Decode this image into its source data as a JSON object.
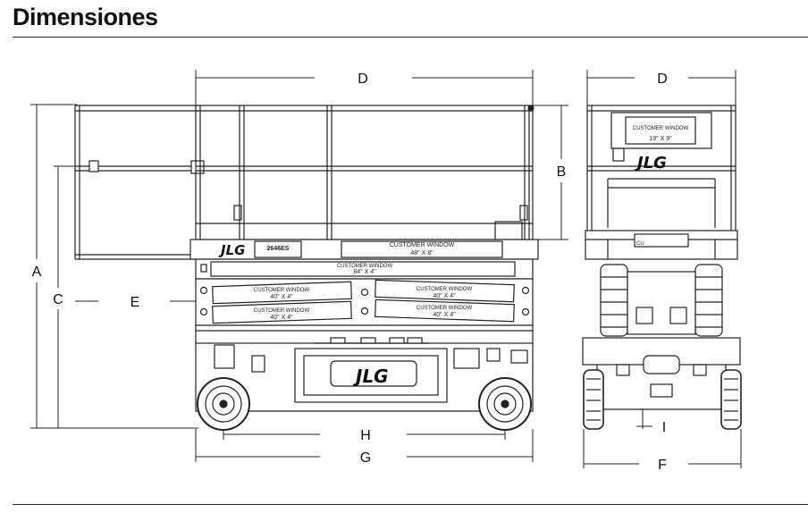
{
  "page": {
    "title": "Dimensiones"
  },
  "dimensions": {
    "A": "A",
    "B": "B",
    "C": "C",
    "D": "D",
    "E": "E",
    "F": "F",
    "G": "G",
    "H": "H",
    "I": "I"
  },
  "side_view": {
    "brand_logo": "JLG",
    "model_label": "2646ES",
    "customer_window_top": {
      "title": "CUSTOMER WINDOW",
      "size": "48\" X 8\""
    },
    "customer_window_long": {
      "title": "CUSTOMER WINDOW",
      "size": "84\" X 4\""
    },
    "customer_window_ul": {
      "title": "CUSTOMER WINDOW",
      "size": "40\" X 4\""
    },
    "customer_window_ur": {
      "title": "CUSTOMER WINDOW",
      "size": "40\" X 4\""
    },
    "customer_window_ll": {
      "title": "CUSTOMER WINDOW",
      "size": "40\" X 4\""
    },
    "customer_window_lr": {
      "title": "CUSTOMER WINDOW",
      "size": "40\" X 4\""
    },
    "base_logo": "JLG"
  },
  "front_view": {
    "customer_window": {
      "title": "CUSTOMER WINDOW",
      "size": "19\" X 9\""
    },
    "brand_logo": "JLG",
    "rail_label": "CU"
  }
}
